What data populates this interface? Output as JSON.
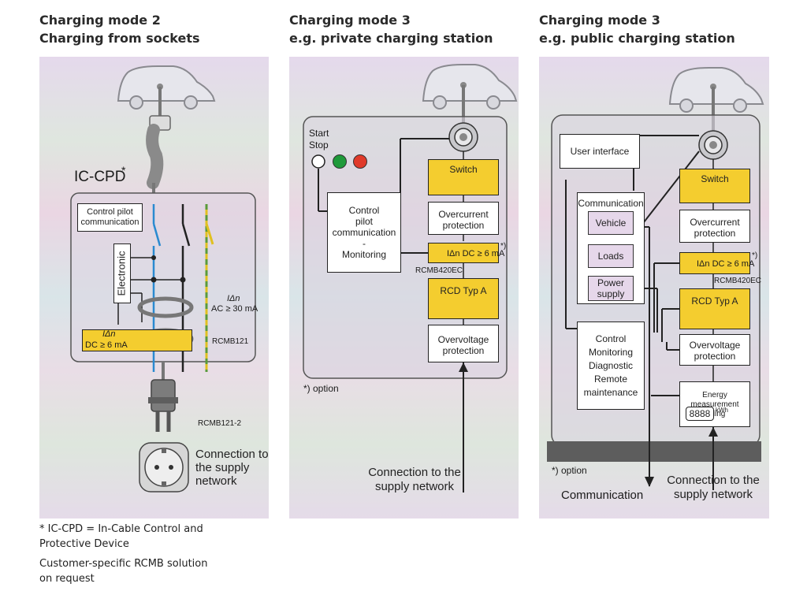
{
  "columns": [
    {
      "heading_line1": "Charging mode 2",
      "heading_line2": "Charging from sockets",
      "icpd_label": "IC-CPD",
      "icpd_star": "*",
      "control_pilot_line1": "Control pilot",
      "control_pilot_line2": "communication",
      "electronic_label": "Electronic",
      "idn_symbol": "IΔn",
      "ac_label": "AC ≥ 30 mA",
      "dc_label": "DC ≥ 6 mA",
      "rcmb_label": "RCMB121",
      "plug_label": "RCMB121-2",
      "connection_line1": "Connection to",
      "connection_line2": "the supply",
      "connection_line3": "network"
    },
    {
      "heading_line1": "Charging mode 3",
      "heading_line2": "e.g. private charging station",
      "start_label": "Start",
      "stop_label": "Stop",
      "control_line1": "Control",
      "control_line2": "pilot",
      "control_line3": "communication",
      "control_line4": "-",
      "control_line5": "Monitoring",
      "switch_label": "Switch",
      "overcurrent_line1": "Overcurrent",
      "overcurrent_line2": "protection",
      "rcmb_dc_label": "IΔn DC ≥ 6 mA",
      "option_mark": "*)",
      "rcmb_label": "RCMB420EC",
      "rcd_label": "RCD Typ A",
      "overvoltage_line1": "Overvoltage",
      "overvoltage_line2": "protection",
      "option_note": "*) option",
      "connection_line1": "Connection to the",
      "connection_line2": "supply network"
    },
    {
      "heading_line1": "Charging mode 3",
      "heading_line2": "e.g. public charging station",
      "user_interface": "User interface",
      "communication_title": "Communication",
      "vehicle": "Vehicle",
      "loads": "Loads",
      "power_line1": "Power",
      "power_line2": "supply",
      "control_line1": "Control",
      "control_line2": "Monitoring",
      "control_line3": "Diagnostic",
      "control_line4": "Remote",
      "control_line5": "maintenance",
      "switch_label": "Switch",
      "overcurrent_line1": "Overcurrent",
      "overcurrent_line2": "protection",
      "rcmb_dc_label": "IΔn DC ≥ 6 mA",
      "option_mark": "*)",
      "rcmb_label": "RCMB420EC",
      "rcd_label": "RCD Typ A",
      "overvoltage_line1": "Overvoltage",
      "overvoltage_line2": "protection",
      "energy_line1": "Energy measurement",
      "energy_line2": "Billing",
      "meter_value": "8888",
      "meter_unit": "kWh",
      "option_note": "*) option",
      "communication_label": "Communication",
      "connection_line1": "Connection to the",
      "connection_line2": "supply network"
    }
  ],
  "footnote_line1": "*  IC-CPD = In-Cable Control and",
  "footnote_line2": "Protective Device",
  "footnote_line3": "Customer-specific RCMB solution",
  "footnote_line4": "on request",
  "colors": {
    "yellow": "#f4cd2f",
    "blue": "#2a8ad0",
    "green_dash": "#7aa33a",
    "led_green": "#1f9a3a",
    "led_red": "#e03a2a",
    "ground": "#5d5d5d"
  },
  "icons": [
    "car-icon",
    "charging-socket-icon",
    "plug-icon",
    "wall-socket-icon",
    "switch-symbol-icon",
    "fuse-symbol-icon",
    "rcd-symbol-icon",
    "surge-arrester-icon"
  ]
}
